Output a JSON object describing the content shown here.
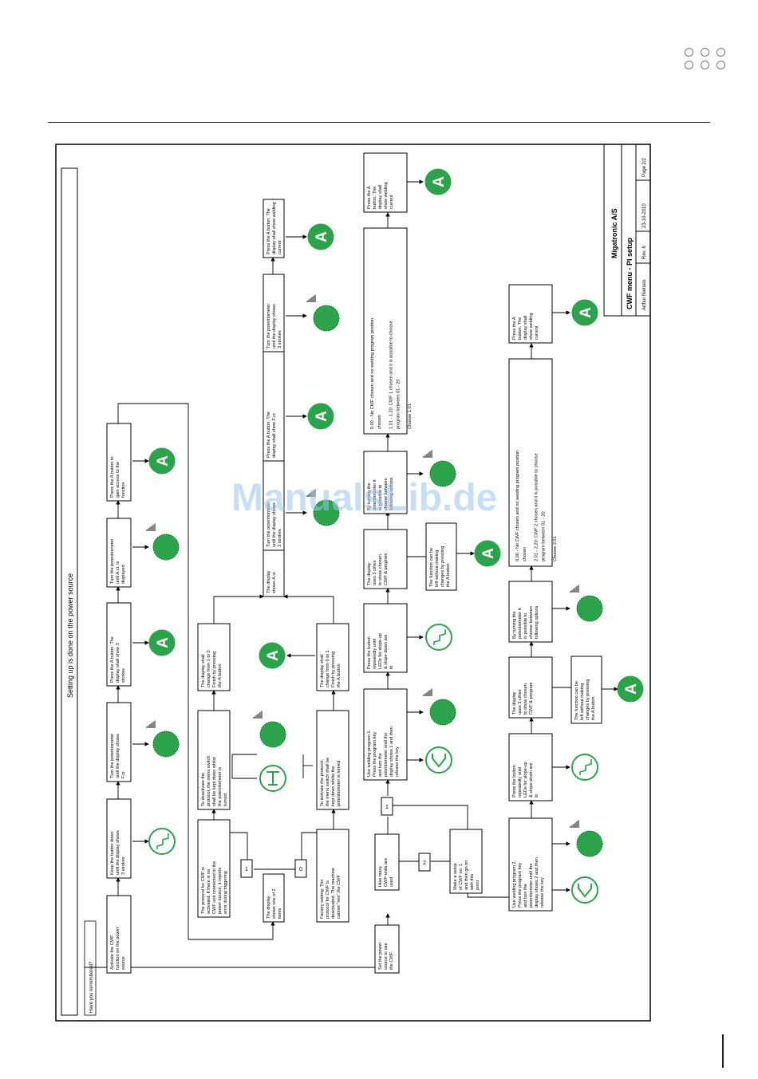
{
  "header": {
    "title": "Setting up is done on the power source",
    "question": "Have you remembered?"
  },
  "titleblock": {
    "company": "Migatronic A/S",
    "title": "CWF menu - PI setup",
    "author": "Arthur Nielsen",
    "rev": "Rev. 6",
    "date": "23-10-2010",
    "page": "Page 2/2"
  },
  "watermark": "ManualsLib.de",
  "labels": {
    "one": "1",
    "two": "2",
    "zero": "0",
    "a": "A"
  },
  "colors": {
    "green": "#2ba34a",
    "border": "#000000"
  },
  "boxes": {
    "b1": "Activate the CWF function on the power source",
    "b2": "Keep the button down until the display shows 3 strokes",
    "b3": "Turn the potentiometer until the display shows F.cr.",
    "b4": "Press the A button. The display shall show 3 strokes",
    "b5": "Turn the potentiometer until A.ct. is displayed",
    "b6": "Press the A button to gain access to the function",
    "b7": "The protocol for CWF is activated. If there is no CWF unit connected to the power source, it reports error during triggering",
    "b8": "To deactivate the protocol, the menu switch shall be kept down whilst the potentiometer is turned",
    "b9": "The display shall change from 1 to 0. Finish by pressing the A button",
    "b10": "The display shows A.ct.",
    "b11": "Turn the potentiometer until the display shows 3 strokes",
    "b12": "Press the A button. The display shall show F.cr.",
    "b13": "Turn the potentiometer until the display shows 3 strokes",
    "b14": "Press the A button. The display shall show welding current",
    "b15": "The display shows one of 2 items",
    "b16": "Factory setting: The protocol for CWF is deactivated. The machine cannot \"see\" the CWF",
    "b17": "To activate the protocol, the menu switch shall be kept down whilst the potentiometer is turned",
    "b18": "The display shall change from 0 to 1. Finish by pressing the A button",
    "b19": "Set the power source to use the CWF",
    "b20": "How many CWF-units are used",
    "b21": "Make a setup of CWF no. 1 and then go on with this point",
    "b22": "Use welding program 1. Press the program key and turn the potentiometer until the display shows 1 and then release the key",
    "b23": "Press the button repeatedly until LEDs for slope-up & slope-down are lit",
    "b24": "The display uses 3 cifres to show chosen CWF & program",
    "b25": "By turning the potentiometer it is possible to choose between following options",
    "b26l1": "0.00 - No CWF chosen and no welding program position chosen",
    "b26l2": "1.01 - 1.20: CWF 1 chosen and it is possible to choose program between 01 - 20",
    "b26l3": "Choose 1.01",
    "b27": "Press the A button. The display shall show welding current",
    "b28": "The function can be left without making changes by pressing the A button",
    "b29": "Use welding program 2. Press the program key and turn the potentiometer until the display shows 2 and then release the key",
    "b30": "Press the button repeatedly until LEDs for slope-up & slope-down are lit",
    "b31": "The display uses 3 cifres to show chosen CWF & program",
    "b32": "By turning the potentiometer it is possible to choose between following options",
    "b33l1": "0.00 - No CWF chosen and no welding program position chosen",
    "b33l2": "2.01 - 2.20: CWF 2 chosen and it is possible to choose program between 01 - 20",
    "b33l3": "Choose 2.01",
    "b34": "Press the A button. The display shall show welding current",
    "b35": "The function can be left without making changes by pressing the A button"
  }
}
